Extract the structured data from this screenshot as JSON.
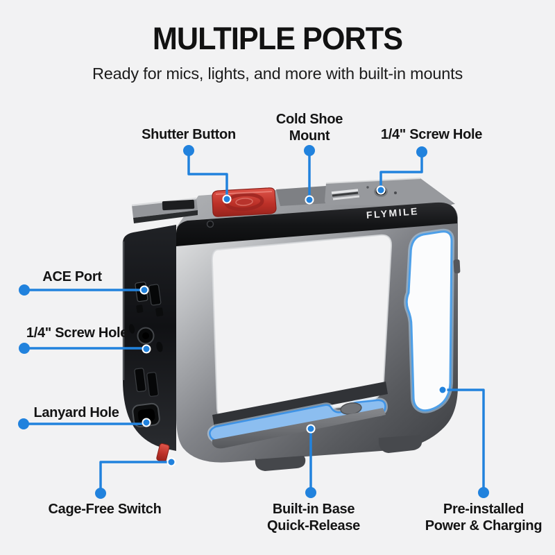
{
  "header": {
    "title": "MULTIPLE PORTS",
    "subtitle": "Ready for mics, lights, and more with built-in mounts"
  },
  "product": {
    "brand": "FLYMILE"
  },
  "callouts": {
    "shutter_button": {
      "label": "Shutter Button"
    },
    "cold_shoe_mount": {
      "line1": "Cold Shoe",
      "line2": "Mount"
    },
    "screw_hole_top": {
      "label": "1/4\" Screw Hole"
    },
    "ace_port": {
      "label": "ACE Port"
    },
    "screw_hole_left": {
      "label": "1/4\" Screw Hole"
    },
    "lanyard_hole": {
      "label": "Lanyard Hole"
    },
    "cage_free_switch": {
      "label": "Cage-Free Switch"
    },
    "builtin_base": {
      "line1": "Built-in Base",
      "line2": "Quick-Release"
    },
    "pre_installed": {
      "line1": "Pre-installed",
      "line2": "Power & Charging"
    }
  },
  "colors": {
    "background": "#f2f2f3",
    "accent_blue": "#2182dd",
    "glow_blue": "#5fb0f0",
    "base_plate_blue": "#8cbef0",
    "shutter_red": "#c13a31",
    "text": "#141414"
  }
}
